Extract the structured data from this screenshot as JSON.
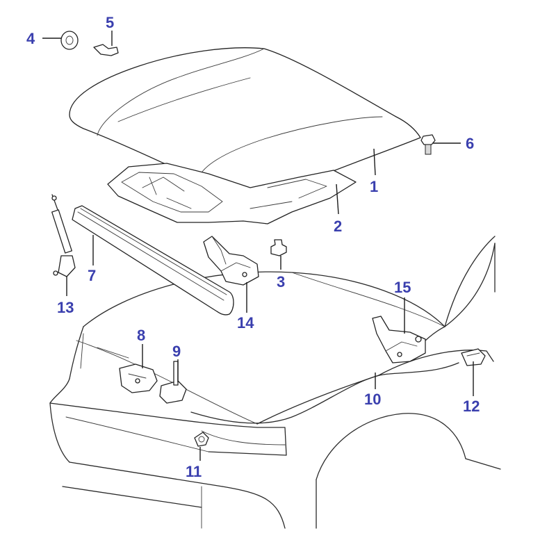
{
  "diagram": {
    "callouts": [
      {
        "id": "1",
        "label": "1"
      },
      {
        "id": "2",
        "label": "2"
      },
      {
        "id": "3",
        "label": "3"
      },
      {
        "id": "4",
        "label": "4"
      },
      {
        "id": "5",
        "label": "5"
      },
      {
        "id": "6",
        "label": "6"
      },
      {
        "id": "7",
        "label": "7"
      },
      {
        "id": "8",
        "label": "8"
      },
      {
        "id": "9",
        "label": "9"
      },
      {
        "id": "10",
        "label": "10"
      },
      {
        "id": "11",
        "label": "11"
      },
      {
        "id": "12",
        "label": "12"
      },
      {
        "id": "13",
        "label": "13"
      },
      {
        "id": "14",
        "label": "14"
      },
      {
        "id": "15",
        "label": "15"
      }
    ],
    "colors": {
      "callout": "#3a3fae",
      "linework": "#2a2a2a",
      "background": "#ffffff"
    }
  }
}
